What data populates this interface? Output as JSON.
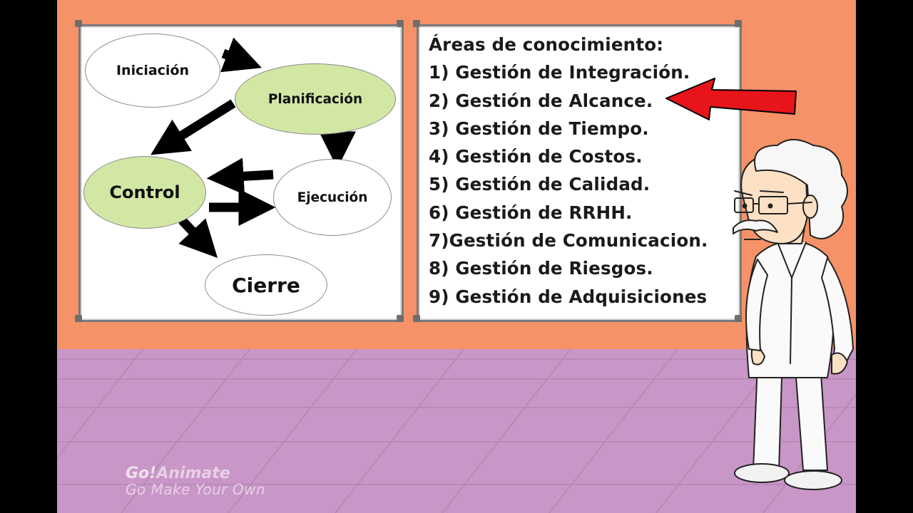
{
  "diagram": {
    "nodes": [
      {
        "id": "iniciacion",
        "label": "Iniciación"
      },
      {
        "id": "planificacion",
        "label": "Planificación"
      },
      {
        "id": "control",
        "label": "Control"
      },
      {
        "id": "ejecucion",
        "label": "Ejecución"
      },
      {
        "id": "cierre",
        "label": "Cierre"
      }
    ],
    "edges": [
      [
        "iniciacion",
        "planificacion"
      ],
      [
        "planificacion",
        "control"
      ],
      [
        "planificacion",
        "ejecucion"
      ],
      [
        "ejecucion",
        "control"
      ],
      [
        "control",
        "ejecucion"
      ],
      [
        "control",
        "cierre"
      ]
    ]
  },
  "list": {
    "title": "Áreas de conocimiento:",
    "items": [
      "1) Gestión de Integración.",
      "2) Gestión de Alcance.",
      "3) Gestión de Tiempo.",
      "4) Gestión de Costos.",
      "5) Gestión de Calidad.",
      "6) Gestión de RRHH.",
      "7)Gestión de Comunicacion.",
      "8) Gestión de Riesgos.",
      "9) Gestión de Adquisiciones"
    ],
    "highlighted_item_index": 1
  },
  "watermark": {
    "logo_go": "Go!",
    "logo_animate": "Animate",
    "tagline": "Go Make Your Own"
  },
  "colors": {
    "wall": "#f59267",
    "floor": "#c997c7",
    "node_green": "#d3e7a5",
    "pointer_arrow": "#e8141b"
  }
}
